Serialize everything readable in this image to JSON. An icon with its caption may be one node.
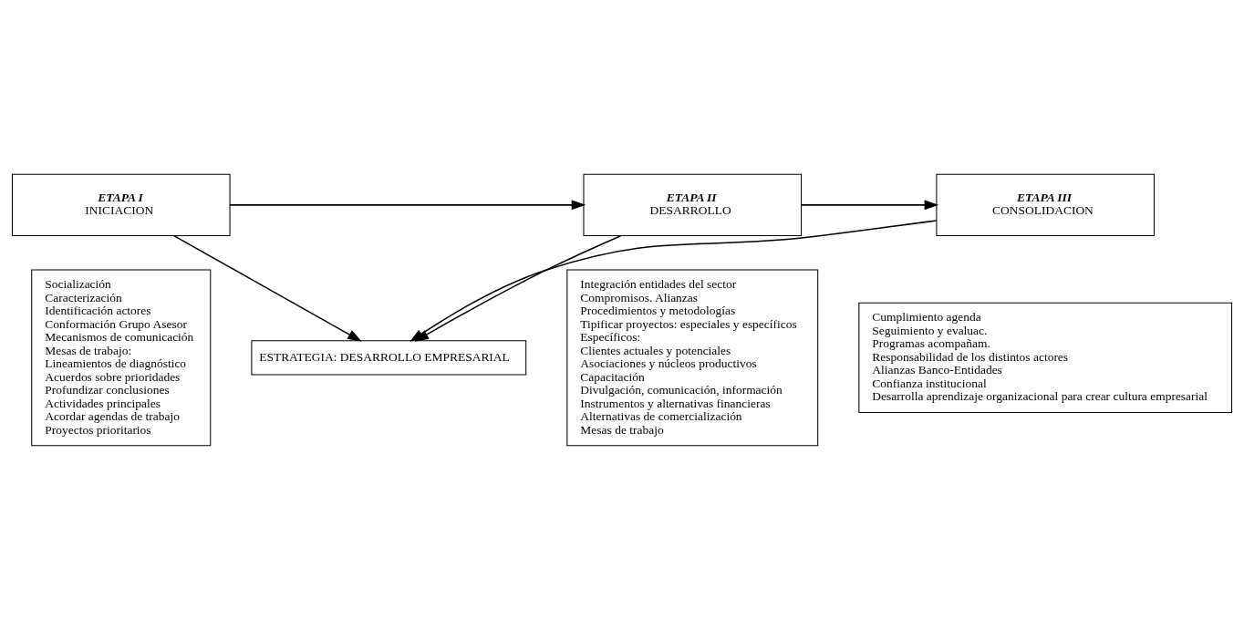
{
  "diagram": {
    "nodes": [
      {
        "text": [
          "ESTRATEGIA: DESARROLLO EMPRESARIAL"
        ]
      },
      {
        "text": [
          "ETAPA I",
          "INICIACION"
        ]
      },
      {
        "text": [
          "ETAPA II",
          "DESARROLLO"
        ]
      },
      {
        "text": [
          "ETAPA III",
          "CONSOLIDACION"
        ]
      },
      {
        "text": [
          "Socialización",
          "Caracterización",
          "Identificación actores",
          "Conformación Grupo Asesor",
          "Mecanismos de comunicación",
          "Mesas de trabajo:",
          "Lineamientos de diagnóstico",
          "Acuerdos sobre prioridades",
          "Profundizar conclusiones",
          "Actividades principales",
          "Acordar agendas de trabajo",
          "Proyectos prioritarios"
        ]
      },
      {
        "text": [
          "Integración entidades del sector",
          "Compromisos. Alianzas",
          "Procedimientos y metodologías",
          "Tipificar proyectos: especiales y específicos",
          "Específicos:",
          "Clientes actuales y potenciales",
          "Asociaciones y núcleos productivos",
          "Capacitación",
          "Divulgación, comunicación, información",
          "Instrumentos y alternativas financieras",
          "Alternativas de comercialización",
          "Mesas de trabajo"
        ]
      },
      {
        "text": [
          "Cumplimiento agenda",
          "Seguimiento y evaluac.",
          "Programas acompañam.",
          "Responsabilidad de los distintos actores",
          "Alianzas Banco-Entidades",
          "Confianza institucional",
          "Desarrolla aprendizaje organizacional para crear cultura empresarial"
        ]
      }
    ],
    "edges": [
      {
        "from": 1,
        "to": 0,
        "arrow": "to"
      },
      {
        "from": 2,
        "to": 0,
        "arrow": "to"
      },
      {
        "from": 3,
        "to": 0,
        "arrow": "to"
      },
      {
        "from": 1,
        "to": 2,
        "arrow": "to"
      },
      {
        "from": 2,
        "to": 3,
        "arrow": "to"
      }
    ]
  }
}
